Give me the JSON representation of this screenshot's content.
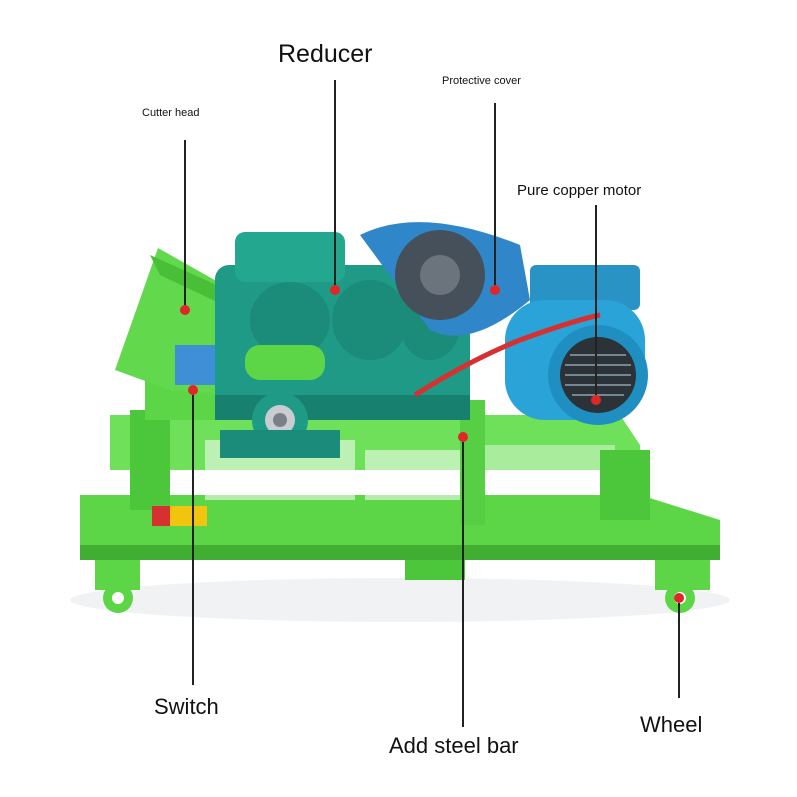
{
  "labels": {
    "reducer": "Reducer",
    "protective_cover": "Protective cover",
    "cutter_head": "Cutter head",
    "pure_copper_motor": "Pure copper motor",
    "switch": "Switch",
    "add_steel_bar": "Add steel bar",
    "wheel": "Wheel"
  },
  "colors": {
    "frame_green": "#5cd647",
    "frame_green_dark": "#3fae33",
    "gearbox_teal": "#1e9a86",
    "motor_blue": "#2aa3d8",
    "marker_red": "#e02626",
    "cover_blue": "#2f86c9"
  }
}
